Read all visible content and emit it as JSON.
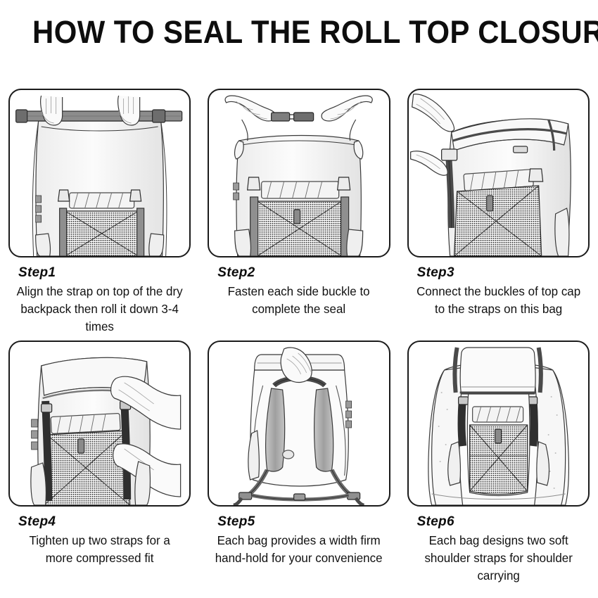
{
  "title": "HOW TO SEAL THE ROLL TOP CLOSURE",
  "colors": {
    "background": "#ffffff",
    "text": "#111111",
    "panel_border": "#1b1b1b",
    "line_art_stroke": "#3a3a3a",
    "strap_gray": "#8a8a8a",
    "mesh_dark": "#4a4a4a",
    "skin_shade": "#d8d8d8"
  },
  "steps": [
    {
      "label": "Step1",
      "caption": "Align the strap on top of the dry backpack then roll it down 3-4 times",
      "illustration": "dry-bag-front-hands-holding-top-strap"
    },
    {
      "label": "Step2",
      "caption": "Fasten each side buckle to complete the seal",
      "illustration": "two-hands-joining-side-release-buckle"
    },
    {
      "label": "Step3",
      "caption": "Connect the buckles of top cap to the straps on this bag",
      "illustration": "hands-connecting-top-cap-buckle-angled-view"
    },
    {
      "label": "Step4",
      "caption": "Tighten up two straps for a more compressed fit",
      "illustration": "hands-tightening-two-compression-straps"
    },
    {
      "label": "Step5",
      "caption": "Each bag provides a width firm hand-hold for your convenience",
      "illustration": "backpack-rear-view-hand-on-carry-handle"
    },
    {
      "label": "Step6",
      "caption": "Each bag designs two soft shoulder straps for shoulder carrying",
      "illustration": "person-wearing-backpack-from-behind"
    }
  ]
}
